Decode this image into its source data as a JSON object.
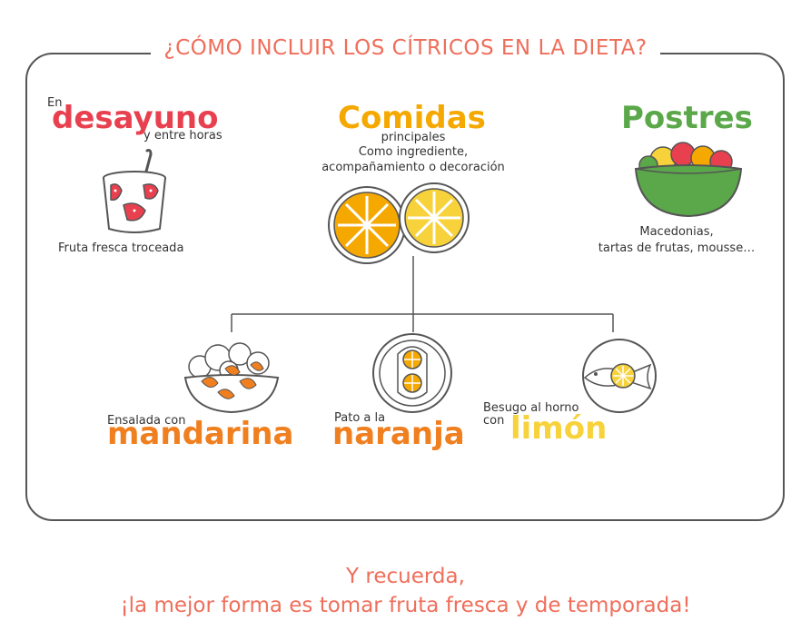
{
  "title": "¿CÓMO INCLUIR LOS CÍTRICOS EN LA DIETA?",
  "colors": {
    "title": "#ef6e5b",
    "desayuno": "#e8404f",
    "comidas": "#f5a800",
    "postres": "#5aa84a",
    "mandarina": "#f07f1f",
    "limon": "#f7d23a",
    "line": "#555555"
  },
  "desayuno": {
    "prefix": "En",
    "word": "desayuno",
    "suffix": "y entre horas",
    "caption": "Fruta fresca troceada",
    "icon": "yogurt-cup-with-strawberries"
  },
  "comidas": {
    "word": "Comidas",
    "line1": "principales",
    "line2": "Como ingrediente,",
    "line3": "acompañamiento o decoración",
    "icon": "orange-and-lemon-slices"
  },
  "postres": {
    "word": "Postres",
    "line1": "Macedonias,",
    "line2": "tartas de frutas, mousse…",
    "icon": "fruit-salad-bowl"
  },
  "ensalada": {
    "prefix": "Ensalada con",
    "word": "mandarina",
    "icon": "salad-bowl"
  },
  "pato": {
    "prefix": "Pato a la",
    "word": "naranja",
    "icon": "duck-plate"
  },
  "besugo": {
    "prefix1": "Besugo al horno",
    "prefix2": "con",
    "word": "limón",
    "icon": "fish-plate"
  },
  "footer": {
    "line1": "Y recuerda,",
    "line2": "¡la mejor forma es tomar fruta fresca y de temporada!"
  }
}
